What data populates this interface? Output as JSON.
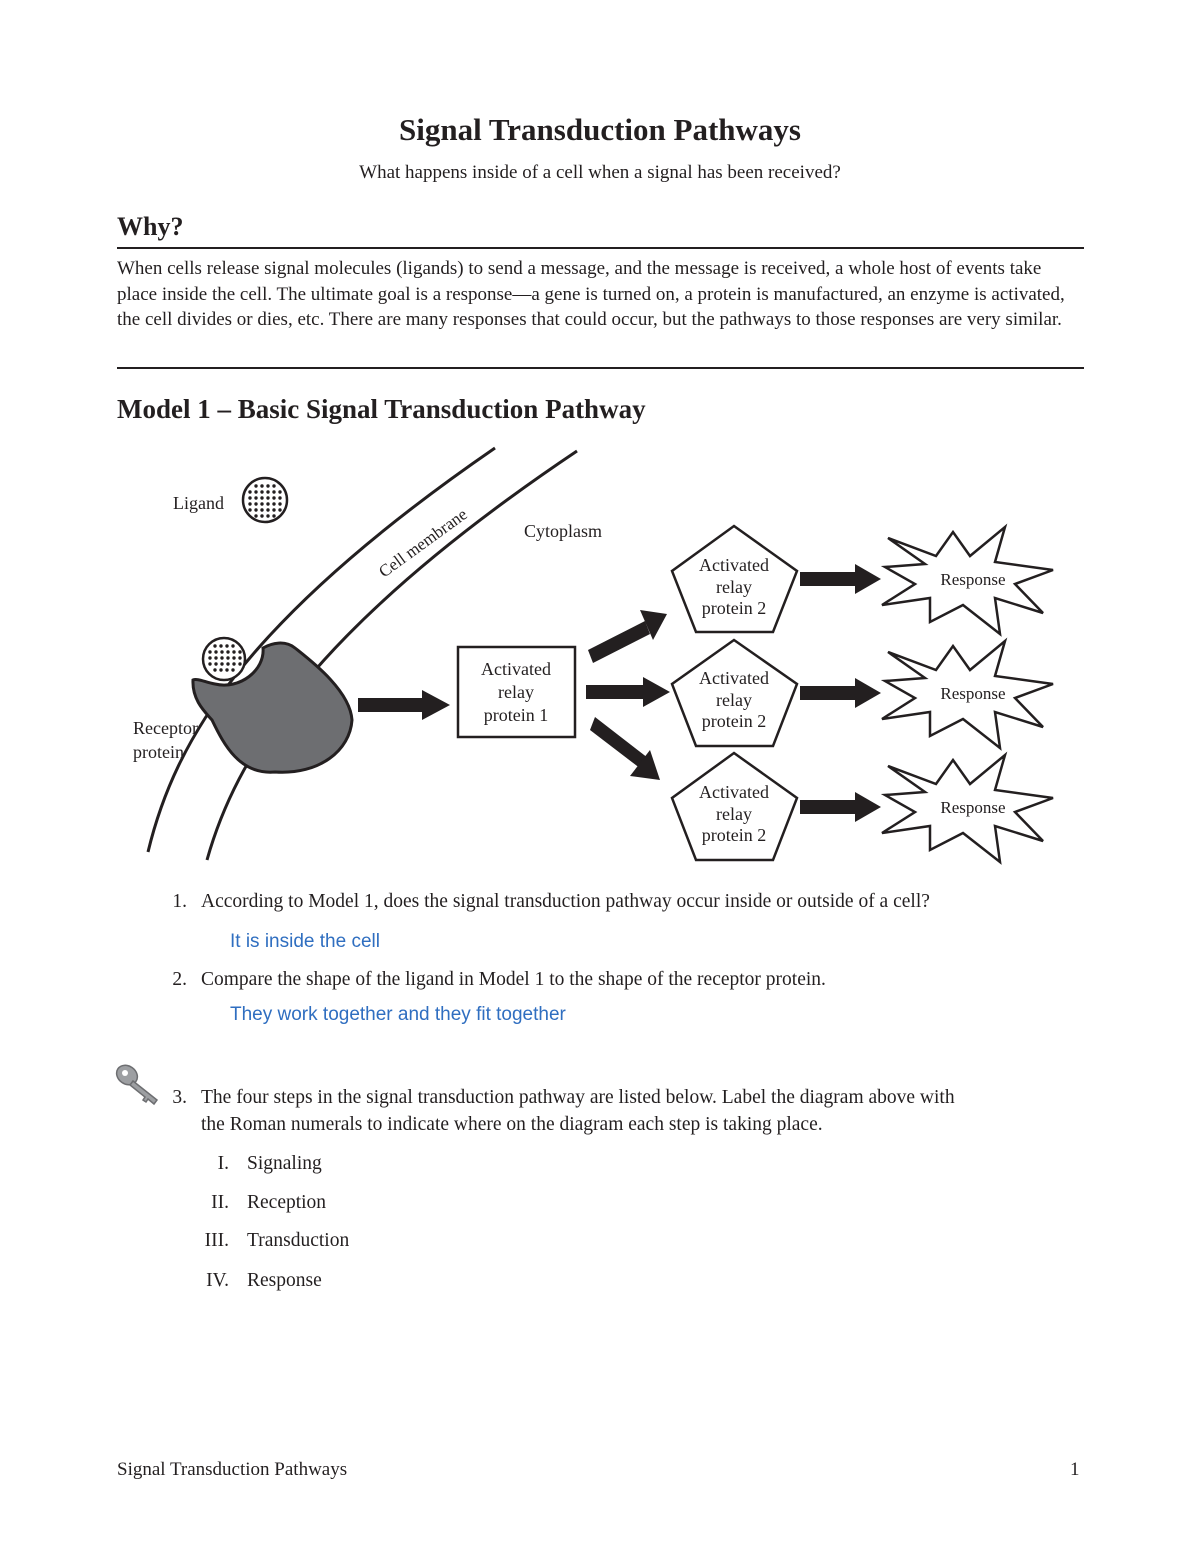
{
  "header": {
    "title": "Signal Transduction Pathways",
    "subtitle": "What happens inside of a cell when a signal has been received?"
  },
  "why": {
    "heading": "Why?",
    "text": "When cells release signal molecules (ligands) to send a message, and the message is received, a whole host of events take place inside the cell. The ultimate goal is a response—a gene is turned on, a protein is manufactured, an enzyme is activated, the cell divides or dies, etc. There are many responses that could occur, but the pathways to those responses are very similar."
  },
  "model": {
    "heading": "Model 1 – Basic Signal Transduction Pathway",
    "labels": {
      "ligand": "Ligand",
      "cell_membrane": "Cell membrane",
      "cytoplasm": "Cytoplasm",
      "receptor_line1": "Receptor",
      "receptor_line2": "protein",
      "relay1_line1": "Activated",
      "relay1_line2": "relay",
      "relay1_line3": "protein 1",
      "relay2_line1": "Activated",
      "relay2_line2": "relay",
      "relay2_line3": "protein 2",
      "response": "Response"
    }
  },
  "questions": [
    {
      "number": "1.",
      "text": "According to Model 1, does the signal transduction pathway occur inside or outside of a cell?",
      "answer": "It is inside the cell"
    },
    {
      "number": "2.",
      "text": "Compare the shape of the ligand in Model 1 to the shape of the receptor protein.",
      "answer": "They work together and they fit together"
    },
    {
      "number": "3.",
      "text_line1": "The four steps in the signal transduction pathway are listed below. Label the diagram above with",
      "text_line2": "the Roman numerals to indicate where on the diagram each step is taking place.",
      "steps": [
        {
          "numeral": "I.",
          "label": "Signaling"
        },
        {
          "numeral": "II.",
          "label": "Reception"
        },
        {
          "numeral": "III.",
          "label": "Transduction"
        },
        {
          "numeral": "IV.",
          "label": "Response"
        }
      ]
    }
  ],
  "footer": {
    "left": "Signal Transduction Pathways",
    "page": "1"
  }
}
